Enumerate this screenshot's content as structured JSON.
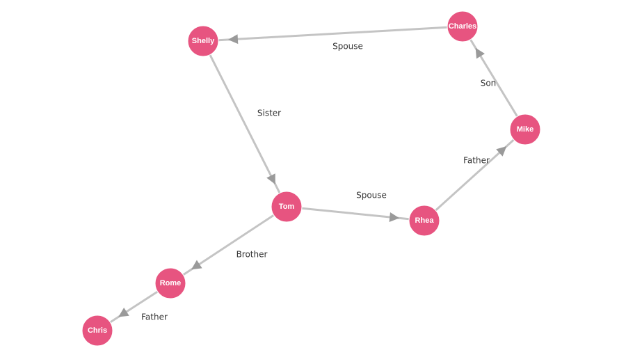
{
  "colors": {
    "node_fill": "#e75480",
    "edge_stroke": "#c4c4c4",
    "arrow_fill": "#9a9a9a",
    "label_text": "#333333",
    "node_text": "#ffffff"
  },
  "nodes": [
    {
      "id": "shelly",
      "label": "Shelly"
    },
    {
      "id": "charles",
      "label": "Charles"
    },
    {
      "id": "mike",
      "label": "Mike"
    },
    {
      "id": "tom",
      "label": "Tom"
    },
    {
      "id": "rhea",
      "label": "Rhea"
    },
    {
      "id": "rome",
      "label": "Rome"
    },
    {
      "id": "chris",
      "label": "Chris"
    }
  ],
  "edges": [
    {
      "id": "charles-shelly",
      "source": "charles",
      "target": "shelly",
      "label": "Spouse"
    },
    {
      "id": "shelly-tom",
      "source": "shelly",
      "target": "tom",
      "label": "Sister"
    },
    {
      "id": "mike-charles",
      "source": "mike",
      "target": "charles",
      "label": "Son"
    },
    {
      "id": "rhea-mike",
      "source": "rhea",
      "target": "mike",
      "label": "Father"
    },
    {
      "id": "tom-rhea",
      "source": "tom",
      "target": "rhea",
      "label": "Spouse"
    },
    {
      "id": "tom-rome",
      "source": "tom",
      "target": "rome",
      "label": "Brother"
    },
    {
      "id": "rome-chris",
      "source": "rome",
      "target": "chris",
      "label": "Father"
    }
  ]
}
